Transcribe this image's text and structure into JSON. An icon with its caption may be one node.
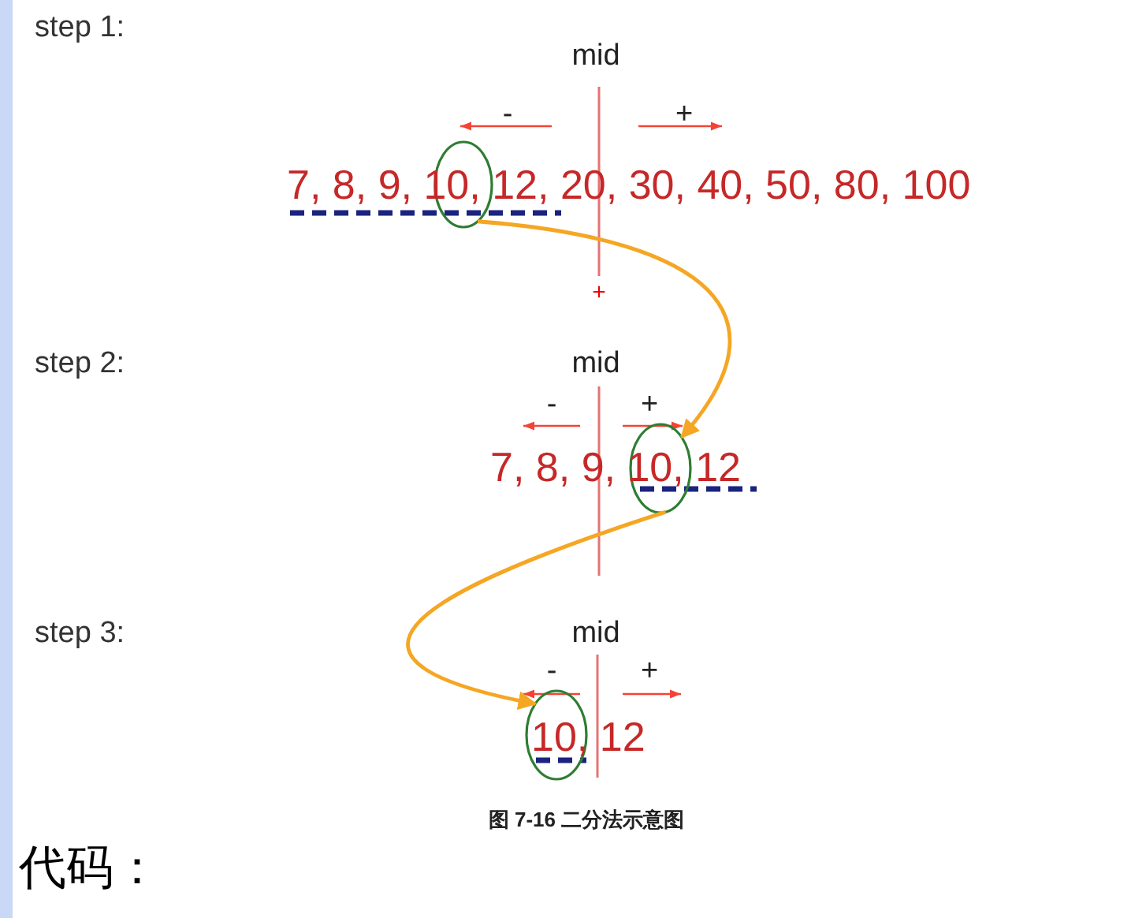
{
  "diagram": {
    "caption": "图 7-16 二分法示意图",
    "nodes": [
      {
        "text": [],
        "shape": "circle"
      },
      {
        "text": [],
        "shape": "circle"
      },
      {
        "text": [],
        "shape": "circle"
      }
    ],
    "edges": [
      {
        "from": 0,
        "to": 1,
        "arrow": "to"
      },
      {
        "from": 1,
        "to": 2,
        "arrow": "to"
      }
    ],
    "labels": [
      "step 1:",
      "mid",
      "-",
      "+",
      "7, 8, 9, 10, 12, 20, 30, 40, 50, 80, 100",
      "+",
      "step 2:",
      "mid",
      "-",
      "+",
      "7, 8, 9, 10, 12",
      "step 3:",
      "mid",
      "-",
      "+",
      "10, 12",
      "代码："
    ]
  }
}
